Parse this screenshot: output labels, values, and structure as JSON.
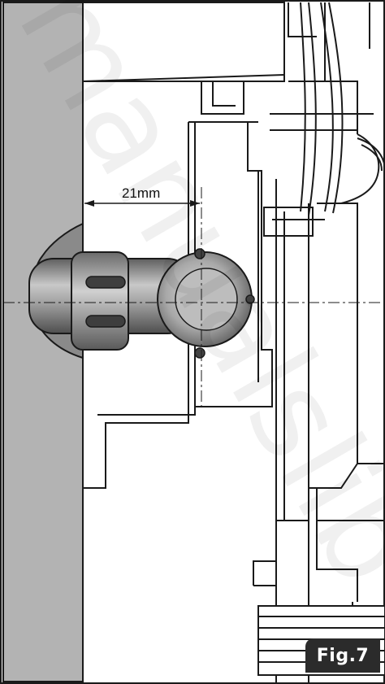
{
  "figure": {
    "dimension_label": "21mm",
    "fig_label": "Fig.7",
    "watermark": "manualslib",
    "colors": {
      "wall": "#b3b3b3",
      "wall_shadow": "#8c8c8c",
      "pipe": "#9a9a9a",
      "pipe_dark": "#6e6e6e",
      "line": "#1a1a1a",
      "badge": "#2b2b2b"
    }
  }
}
